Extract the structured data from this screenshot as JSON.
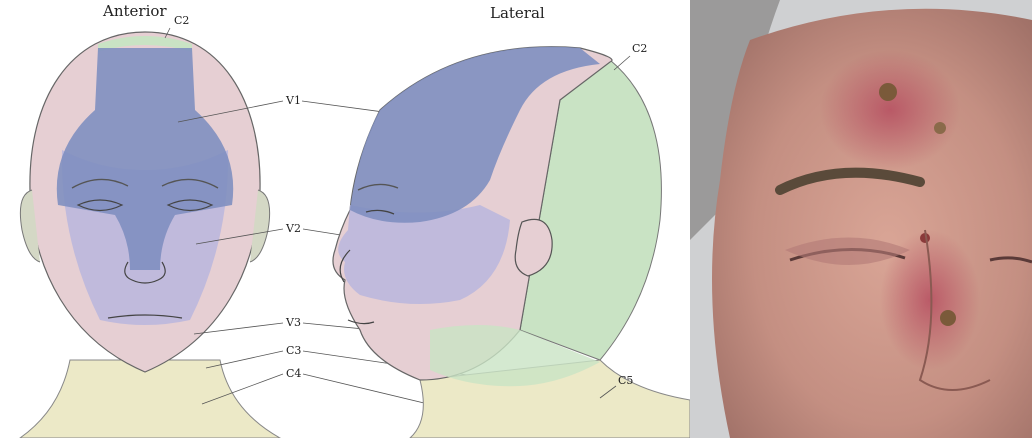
{
  "views": {
    "anterior": {
      "title": "Anterior"
    },
    "lateral": {
      "title": "Lateral"
    }
  },
  "anterior_labels": {
    "c2": "C2",
    "v1": "V1",
    "v2": "V2",
    "v3": "V3",
    "c3": "C3",
    "c4": "C4"
  },
  "lateral_labels": {
    "c2": "C2",
    "c5": "C5"
  },
  "colors": {
    "v1_region": "#7f8fc0",
    "v2_region": "#b8b6dd",
    "v3_region": "#e6cfd3",
    "c2_region": "#c9e3c4",
    "c3_region": "#e8e6b8",
    "c4_region": "#ece9c7",
    "skin": "#c99a8c"
  }
}
